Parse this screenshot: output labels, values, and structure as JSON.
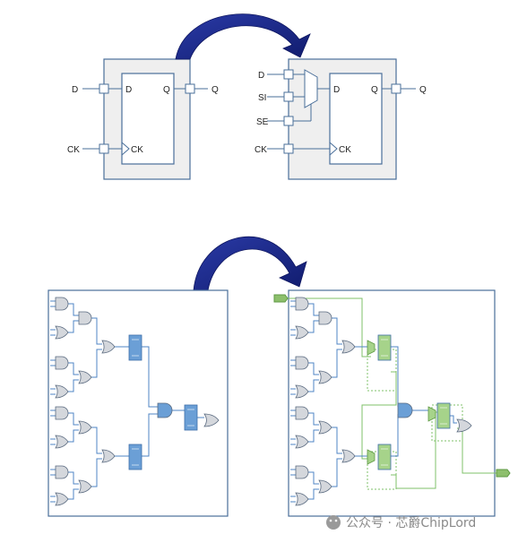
{
  "watermark": {
    "text": "公众号 · 芯爵ChipLord"
  },
  "ff_left": {
    "in_d": "D",
    "in_ck": "CK",
    "pin_d": "D",
    "pin_q": "Q",
    "pin_ck": "CK",
    "out_q": "Q"
  },
  "ff_right": {
    "in_d": "D",
    "in_si": "SI",
    "in_se": "SE",
    "in_ck": "CK",
    "pin_d": "D",
    "pin_q": "Q",
    "pin_ck": "CK",
    "out_q": "Q"
  },
  "colors": {
    "arrow": "#1f2c8f",
    "box_fill": "#efefef",
    "box_stroke": "#4a6f9a",
    "gate_fill": "#d4d7dc",
    "ff_blue": "#6b9fd6",
    "ff_green": "#a6d38a",
    "port_green": "#8dbf6c"
  }
}
